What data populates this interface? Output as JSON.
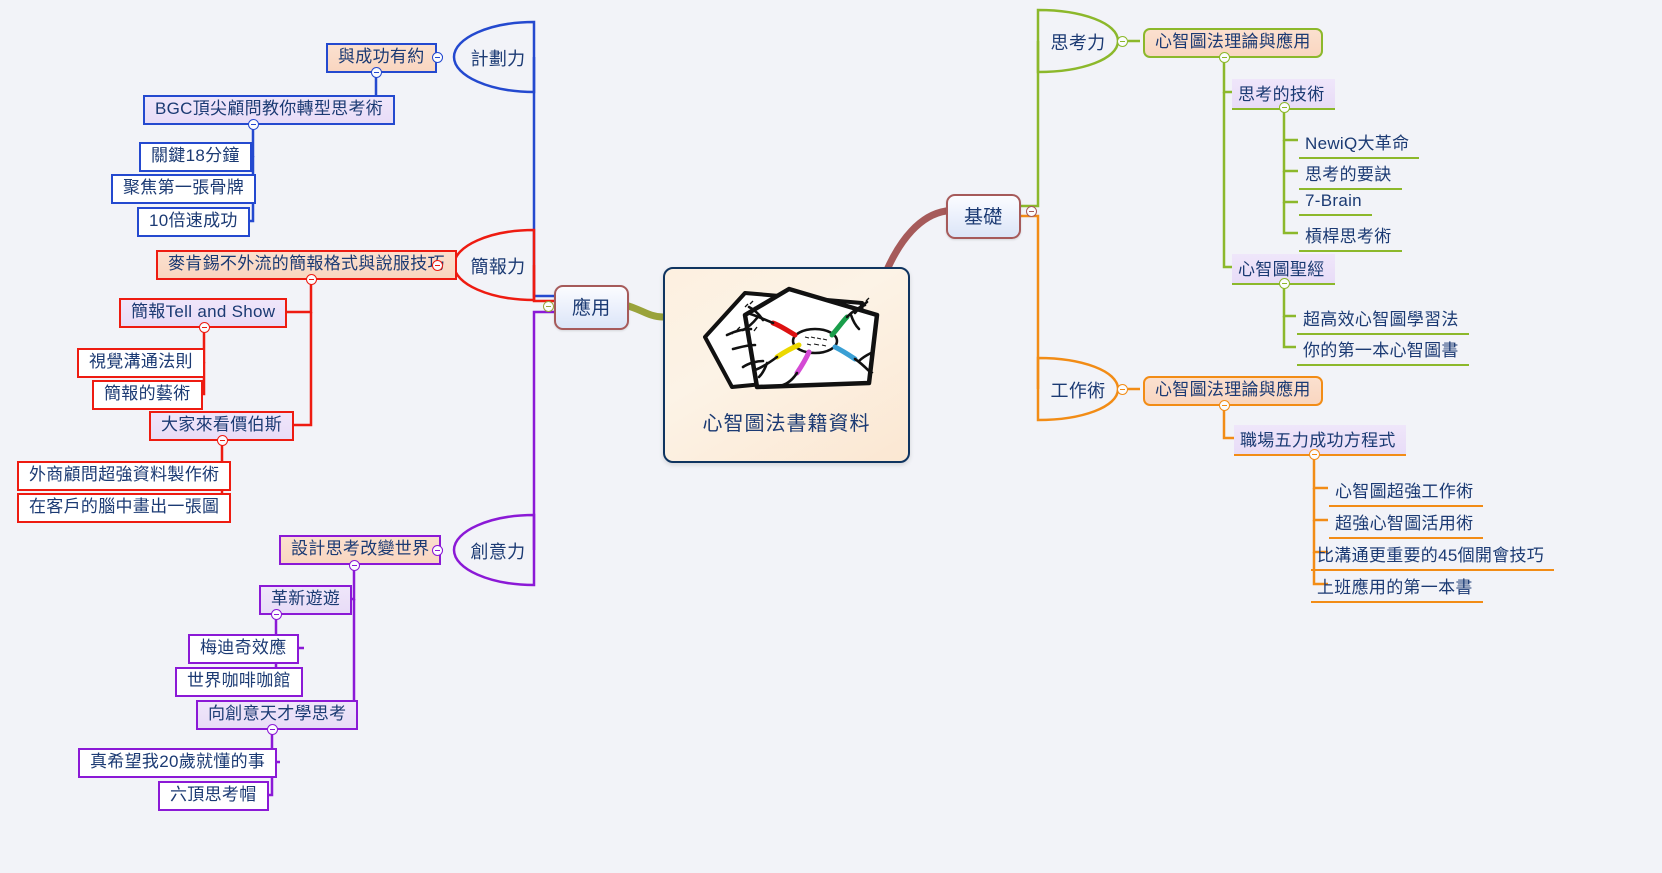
{
  "palette": {
    "background": "#f2f3f8",
    "text": "#1b3a73",
    "blue": "#2449cf",
    "red": "#ee1b11",
    "purple": "#8b19d6",
    "olive": "#9aa33b",
    "green": "#8cb82b",
    "orange": "#f28c16",
    "maroon": "#a65a5a",
    "navy": "#0f3460",
    "peach_fill": "#fbdcc8",
    "lilac_fill": "#ece0f7",
    "white_fill": "#ffffff"
  },
  "central": {
    "title": "心智圖法書籍資料",
    "image_name": "mind-map-sketch-illustration"
  },
  "hubs": {
    "application": {
      "label": "應用",
      "color": "#9aa33b"
    },
    "foundation": {
      "label": "基礎",
      "color": "#a65a5a"
    }
  },
  "branches": [
    {
      "id": "planning",
      "label": "計劃力",
      "color": "#2449cf",
      "side": "left",
      "nodes": [
        {
          "label": "與成功有約",
          "fill": "peach"
        },
        {
          "label": "BGC頂尖顧問教你轉型思考術",
          "fill": "lilac"
        },
        {
          "label": "關鍵18分鐘",
          "fill": "white"
        },
        {
          "label": "聚焦第一張骨牌",
          "fill": "white"
        },
        {
          "label": "10倍速成功",
          "fill": "white"
        }
      ]
    },
    {
      "id": "presentation",
      "label": "簡報力",
      "color": "#ee1b11",
      "side": "left",
      "nodes": [
        {
          "label": "麥肯錫不外流的簡報格式與說服技巧",
          "fill": "peach"
        },
        {
          "label": "簡報Tell and Show",
          "fill": "lilac"
        },
        {
          "label": "視覺溝通法則",
          "fill": "white"
        },
        {
          "label": "簡報的藝術",
          "fill": "white"
        },
        {
          "label": "大家來看價伯斯",
          "fill": "lilac"
        },
        {
          "label": "外商顧問超強資料製作術",
          "fill": "white"
        },
        {
          "label": "在客戶的腦中畫出一張圖",
          "fill": "white"
        }
      ]
    },
    {
      "id": "creativity",
      "label": "創意力",
      "color": "#8b19d6",
      "side": "left",
      "nodes": [
        {
          "label": "設計思考改變世界",
          "fill": "peach"
        },
        {
          "label": "革新遊遊",
          "fill": "lilac"
        },
        {
          "label": "梅迪奇效應",
          "fill": "white"
        },
        {
          "label": "世界咖啡咖館",
          "fill": "white"
        },
        {
          "label": "向創意天才學思考",
          "fill": "lilac"
        },
        {
          "label": "真希望我20歲就懂的事",
          "fill": "white"
        },
        {
          "label": "六頂思考帽",
          "fill": "white"
        }
      ]
    },
    {
      "id": "thinking",
      "label": "思考力",
      "color": "#8cb82b",
      "side": "right",
      "nodes": [
        {
          "label": "心智圖法理論與應用",
          "fill": "peach",
          "shape": "boxed"
        },
        {
          "label": "思考的技術",
          "fill": "lilac",
          "shape": "uline"
        },
        {
          "label": "NewiQ大革命",
          "fill": "none",
          "shape": "uline"
        },
        {
          "label": "思考的要訣",
          "fill": "none",
          "shape": "uline"
        },
        {
          "label": "7-Brain",
          "fill": "none",
          "shape": "uline"
        },
        {
          "label": "槓桿思考術",
          "fill": "none",
          "shape": "uline"
        },
        {
          "label": "心智圖聖經",
          "fill": "lilac",
          "shape": "uline"
        },
        {
          "label": "超高效心智圖學習法",
          "fill": "none",
          "shape": "uline"
        },
        {
          "label": "你的第一本心智圖書",
          "fill": "none",
          "shape": "uline"
        }
      ]
    },
    {
      "id": "worktech",
      "label": "工作術",
      "color": "#f28c16",
      "side": "right",
      "nodes": [
        {
          "label": "心智圖法理論與應用",
          "fill": "peach",
          "shape": "boxed"
        },
        {
          "label": "職場五力成功方程式",
          "fill": "lilac",
          "shape": "uline"
        },
        {
          "label": "心智圖超強工作術",
          "fill": "none",
          "shape": "uline"
        },
        {
          "label": "超強心智圖活用術",
          "fill": "none",
          "shape": "uline"
        },
        {
          "label": "比溝通更重要的45個開會技巧",
          "fill": "none",
          "shape": "uline"
        },
        {
          "label": "上班應用的第一本書",
          "fill": "none",
          "shape": "uline"
        }
      ]
    }
  ]
}
